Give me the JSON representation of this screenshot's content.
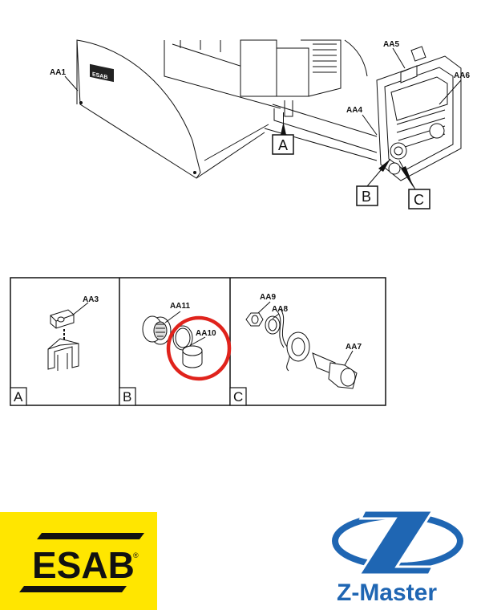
{
  "diagram": {
    "part_labels": {
      "aa1": "AA1",
      "aa3": "AA3",
      "aa4": "AA4",
      "aa5": "AA5",
      "aa6": "AA6",
      "aa7": "AA7",
      "aa8": "AA8",
      "aa9": "AA9",
      "aa10": "AA10",
      "aa11": "AA11"
    },
    "callouts": {
      "a": "A",
      "b": "B",
      "c": "C"
    },
    "panels": {
      "a": "A",
      "b": "B",
      "c": "C"
    },
    "highlight_color": "#e0231c"
  },
  "logos": {
    "esab": {
      "text": "ESAB",
      "registered": "®",
      "background": "#ffe600"
    },
    "zmaster": {
      "text": "Z-Master",
      "color": "#1f66b3"
    }
  }
}
